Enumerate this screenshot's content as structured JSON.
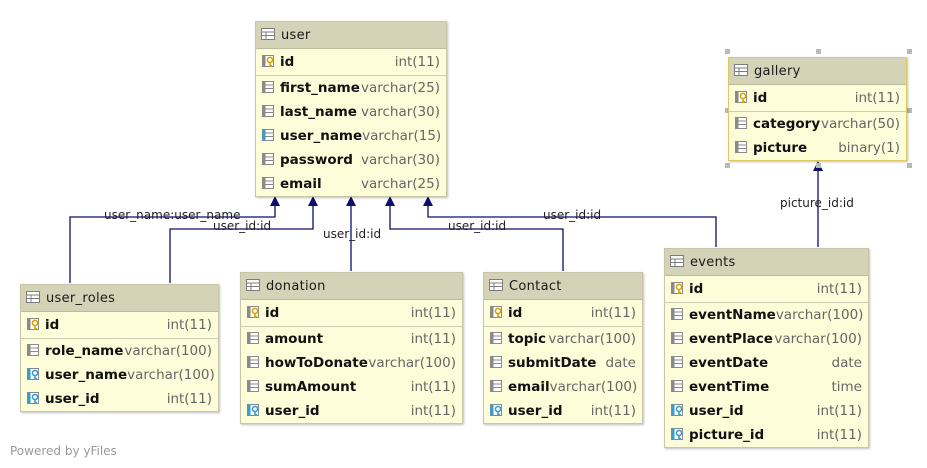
{
  "tables": {
    "user": {
      "name": "user",
      "pk": {
        "name": "id",
        "type": "int(11)"
      },
      "fields": [
        {
          "name": "first_name",
          "type": "varchar(25)"
        },
        {
          "name": "last_name",
          "type": "varchar(30)"
        },
        {
          "name": "user_name",
          "type": "varchar(15)"
        },
        {
          "name": "password",
          "type": "varchar(30)"
        },
        {
          "name": "email",
          "type": "varchar(25)"
        }
      ]
    },
    "gallery": {
      "name": "gallery",
      "pk": {
        "name": "id",
        "type": "int(11)"
      },
      "fields": [
        {
          "name": "category",
          "type": "varchar(50)"
        },
        {
          "name": "picture",
          "type": "binary(1)"
        }
      ]
    },
    "user_roles": {
      "name": "user_roles",
      "pk": {
        "name": "id",
        "type": "int(11)"
      },
      "fields": [
        {
          "name": "role_name",
          "type": "varchar(100)"
        },
        {
          "name": "user_name",
          "type": "varchar(100)"
        },
        {
          "name": "user_id",
          "type": "int(11)"
        }
      ]
    },
    "donation": {
      "name": "donation",
      "pk": {
        "name": "id",
        "type": "int(11)"
      },
      "fields": [
        {
          "name": "amount",
          "type": "int(11)"
        },
        {
          "name": "howToDonate",
          "type": "varchar(100)"
        },
        {
          "name": "sumAmount",
          "type": "int(11)"
        },
        {
          "name": "user_id",
          "type": "int(11)"
        }
      ]
    },
    "contact": {
      "name": "Contact",
      "pk": {
        "name": "id",
        "type": "int(11)"
      },
      "fields": [
        {
          "name": "topic",
          "type": "varchar(100)"
        },
        {
          "name": "submitDate",
          "type": "date"
        },
        {
          "name": "email",
          "type": "varchar(100)"
        },
        {
          "name": "user_id",
          "type": "int(11)"
        }
      ]
    },
    "events": {
      "name": "events",
      "pk": {
        "name": "id",
        "type": "int(11)"
      },
      "fields": [
        {
          "name": "eventName",
          "type": "varchar(100)"
        },
        {
          "name": "eventPlace",
          "type": "varchar(100)"
        },
        {
          "name": "eventDate",
          "type": "date"
        },
        {
          "name": "eventTime",
          "type": "time"
        },
        {
          "name": "user_id",
          "type": "int(11)"
        },
        {
          "name": "picture_id",
          "type": "int(11)"
        }
      ]
    }
  },
  "relations": [
    {
      "label": "user_name:user_name"
    },
    {
      "label": "user_id:id"
    },
    {
      "label": "user_id:id"
    },
    {
      "label": "user_id:id"
    },
    {
      "label": "user_id:id"
    },
    {
      "label": "picture_id:id"
    }
  ],
  "footer": "Powered by yFiles",
  "colors": {
    "edge": "#0d0d6b",
    "header": "#d4d2b7",
    "body": "#fefdd9",
    "key": "#d9a400"
  }
}
